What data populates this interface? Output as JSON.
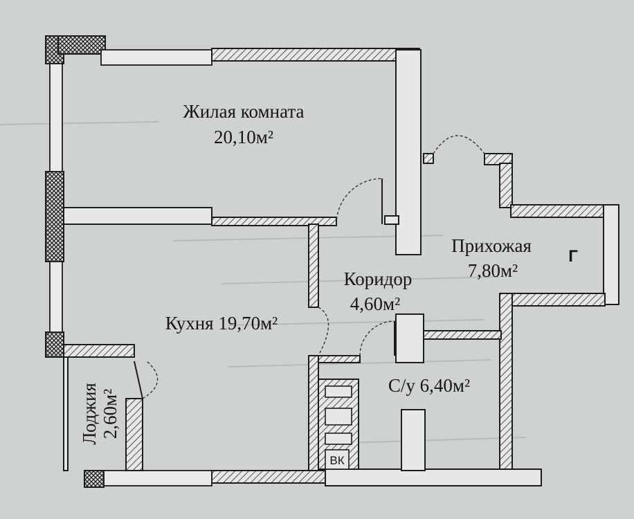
{
  "plan": {
    "rooms": [
      {
        "id": "living",
        "name": "Жилая комната",
        "area": "20,10м²"
      },
      {
        "id": "kitchen",
        "name": "Кухня",
        "area": "19,70м²"
      },
      {
        "id": "corridor",
        "name": "Коридор",
        "area": "4,60м²"
      },
      {
        "id": "hall",
        "name": "Прихожая",
        "area": "7,80м²"
      },
      {
        "id": "bathroom",
        "name": "С/у",
        "area": "6,40м²"
      },
      {
        "id": "loggia",
        "name": "Лоджия",
        "area": "2,60м²"
      }
    ],
    "kitchen_label": "Кухня 19,70м²",
    "bathroom_label": "С/у 6,40м²",
    "marks": {
      "wardrobe": "Г",
      "vent": "ВК"
    }
  }
}
